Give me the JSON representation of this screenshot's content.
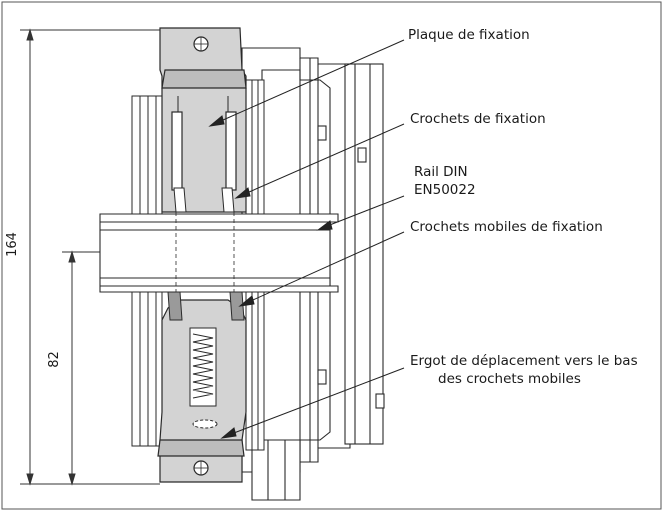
{
  "labels": {
    "plaque": "Plaque de fixation",
    "crochets": "Crochets de  fixation",
    "rail_line1": "Rail DIN",
    "rail_line2": "EN50022",
    "mobiles": "Crochets mobiles de fixation",
    "ergot_line1": "Ergot de déplacement vers le bas",
    "ergot_line2": "des crochets mobiles"
  },
  "dimensions": {
    "overall_height": "164",
    "lower_height": "82"
  },
  "colors": {
    "plate": "#d3d3d3",
    "outline": "#2a2a2a",
    "body": "#ffffff",
    "frame": "#555555"
  }
}
